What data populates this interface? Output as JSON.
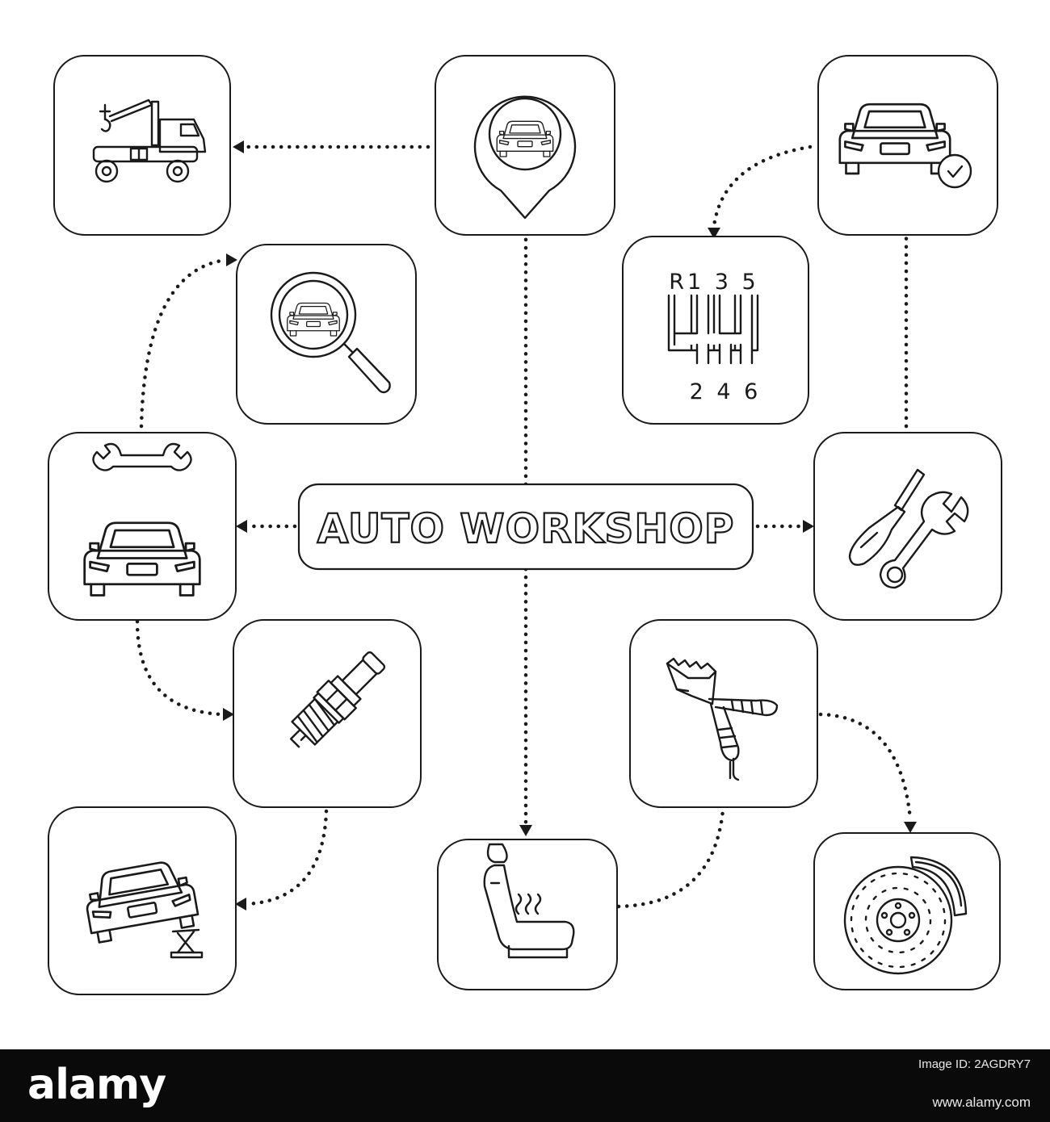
{
  "diagram": {
    "title": "AUTO WORKSHOP",
    "gear_top": "R1 3 5",
    "gear_bottom": "2 4 6",
    "colors": {
      "line": "#1a1a1a",
      "background": "#ffffff",
      "footer": "#0a0a0a"
    },
    "nodes": [
      {
        "id": "tow-truck",
        "icon": "tow-truck-icon"
      },
      {
        "id": "car-location-pin",
        "icon": "map-pin-car-icon"
      },
      {
        "id": "car-check",
        "icon": "car-checkmark-icon"
      },
      {
        "id": "car-search",
        "icon": "magnifier-car-icon"
      },
      {
        "id": "gear-shift",
        "icon": "gearbox-pattern-icon"
      },
      {
        "id": "car-repair",
        "icon": "car-wrench-icon"
      },
      {
        "id": "tools",
        "icon": "screwdriver-wrench-icon"
      },
      {
        "id": "spark-plug",
        "icon": "spark-plug-icon"
      },
      {
        "id": "jumper-clamp",
        "icon": "battery-clamp-icon"
      },
      {
        "id": "car-jack",
        "icon": "car-on-jack-icon"
      },
      {
        "id": "heated-seat",
        "icon": "heated-seat-icon"
      },
      {
        "id": "brake-disc",
        "icon": "brake-disc-icon"
      }
    ]
  },
  "footer": {
    "logo": "alamy",
    "image_id_label": "Image ID: 2AGDRY7",
    "site": "www.alamy.com"
  }
}
